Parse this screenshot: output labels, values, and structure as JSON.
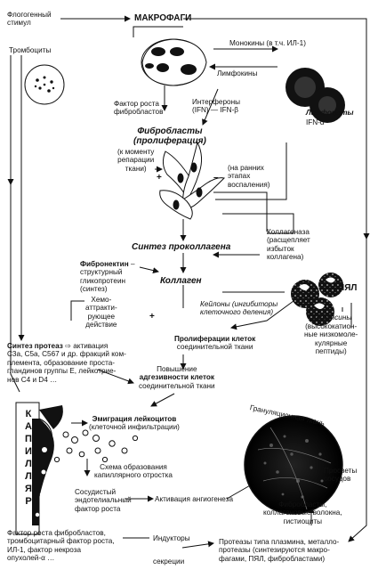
{
  "labels": {
    "phlogogenic": "Флогогенный\nстимул",
    "macrophages": "МАКРОФАГИ",
    "thrombocytes": "Тромбоциты",
    "monokines": "Монокины (в т.ч. ИЛ-1)",
    "lymphokines": "Лимфокины",
    "fgf": "Фактор роста\nфибробластов",
    "interferons": "Интерфероны\n(IFN) — IFN-β",
    "lymphocytes": "Лимфоциты",
    "ifn_a": "IFN-α",
    "fibroblasts_title": "Фибробласты\n(пролиферация)",
    "repair_moment": "(к моменту\nрепарации\nткани)",
    "plus1": "+",
    "minus1": "–",
    "early_stages": "(на ранних\nэтапах\nвоспаления)",
    "procollagen": "Синтез проколлагена",
    "collagenase": "Коллагеназа\n(расщепляет\nизбыток\nколлагена)",
    "fibronectin_bold": "Фибронектин",
    "fibronectin_rest": " –\nструктурный\nгликопротеин\n(синтез)",
    "collagen": "Коллаген",
    "pmn": "ПЯЛ",
    "keylons": "Кейлоны (ингибиторы\nклеточного деления)",
    "chemo": "Хемо-\nаттракти-\nрующее\nдействие",
    "plus2": "+",
    "cell_prolif_bold": "Пролиферации клеток",
    "cell_prolif_rest": "соединительной ткани",
    "protease_bold": "Синтез протеаз",
    "protease_rest": " ⇨ активация\nC3a, C5a, C567 и др. фракций ком-\nплемента, образование проста-\nгландинов группы Е, лейкотрие-\nнов C4 и D4 …",
    "defensins_title": "Дефенсины",
    "defensins_rest": "(высококатион-\nные низкомоле-\nкулярные\nпептиды)",
    "adhesion_pre": "Повышение",
    "adhesion_bold": "адгезивности клеток",
    "adhesion_rest": "соединительной ткани",
    "capillary_letters": "К А П И Л Л Я Р",
    "emigration_bold": "Эмиграция лейкоцитов",
    "emigration_rest": "(клеточной инфильтрации)",
    "granulation": "Грануляционная ткань",
    "scheme": "Схема образования\nкапиллярного отростка",
    "lumens": "Просветы\nсосудов",
    "vegf": "Сосудистый\nэндотелиальный\nфактор роста",
    "angio": "Активация ангиогенеза",
    "fibro_fibers": "Фибробласты,\nколлагеновые волокна,\nгистиоциты",
    "factors": "Фактор роста фибробластов,\nтромбоцитарный фактор роста,\nИЛ-1, фактор некроза\nопухолей-α …",
    "inductors": "Индукторы",
    "secretion": "секреции",
    "proteases_plasmin": "Протеазы типа плазмина, металло-\nпротеазы (синтезируются макро-\nфагами, ПЯЛ, фибробластами)"
  }
}
